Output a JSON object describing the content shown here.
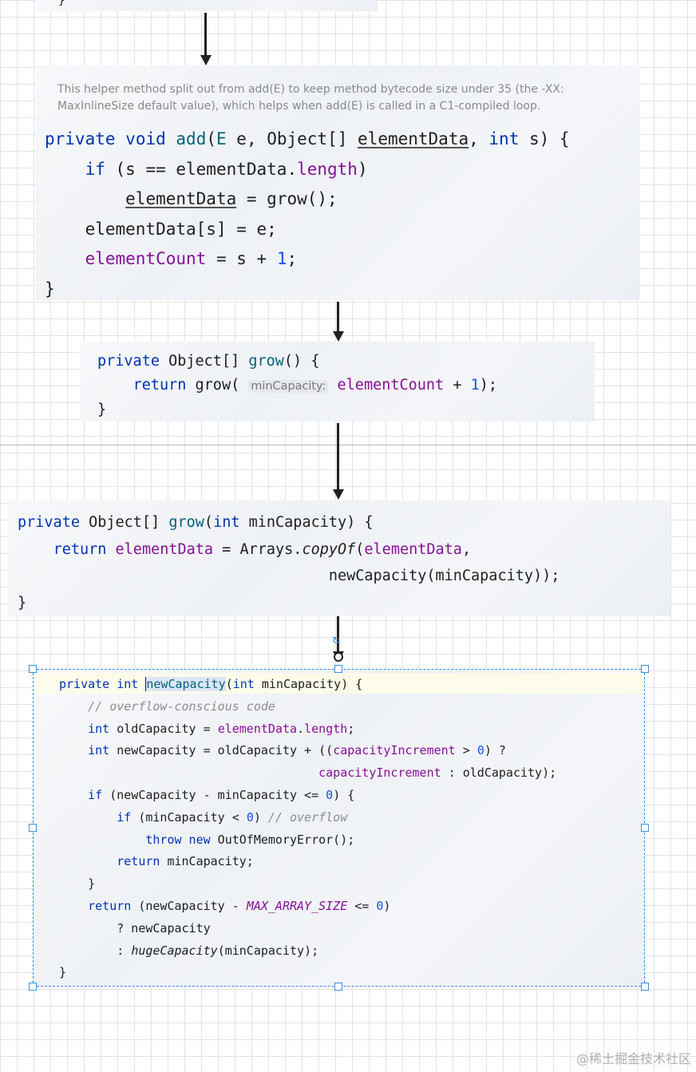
{
  "top_fragment": "}",
  "block1": {
    "doc_line1": "This helper method split out from add(E) to keep method bytecode size under 35 (the -XX:",
    "doc_line2": "MaxInlineSize default value), which helps when add(E) is called in a C1-compiled loop.",
    "l1": {
      "private": "private",
      "void": "void",
      "add": "add",
      "E": "E",
      "e": " e, ",
      "Object": "Object[] ",
      "elementData": "elementData",
      "comma": ", ",
      "int": "int",
      "s": " s) {"
    },
    "l2": {
      "if": "if",
      "cond": " (s == elementData.",
      "length": "length",
      "close": ")"
    },
    "l3": {
      "elementData": "elementData",
      "rest": " = grow();"
    },
    "l4": "elementData[s] = e;",
    "l5": {
      "elementCount": "elementCount",
      "rest": " = s + ",
      "one": "1",
      "semi": ";"
    },
    "l6": "}"
  },
  "block2": {
    "l1": {
      "private": "private",
      "mid": " Object[] ",
      "grow": "grow",
      "rest": "() {"
    },
    "l2": {
      "return": "return",
      "grow": " grow( ",
      "hint": "minCapacity:",
      "field": " elementCount",
      "plus": " + ",
      "one": "1",
      "end": ");"
    },
    "l3": "}"
  },
  "block3": {
    "l1": {
      "private": "private",
      "mid": " Object[] ",
      "grow": "grow",
      "paren": "(",
      "int": "int",
      "rest": " minCapacity) {"
    },
    "l2": {
      "return": "return",
      "field": " elementData",
      "eq": " = Arrays.",
      "copyOf": "copyOf",
      "open": "(",
      "field2": "elementData",
      "comma": ","
    },
    "l3": "newCapacity(minCapacity));",
    "l4": "}"
  },
  "block4": {
    "l1": {
      "private": "private",
      "int": " int ",
      "name": "newCapacity",
      "paren": "(",
      "int2": "int",
      "rest": " minCapacity) {"
    },
    "l2": "// overflow-conscious code",
    "l3": {
      "int": "int",
      "a": " oldCapacity = ",
      "field": "elementData",
      "dot": ".",
      "length": "length",
      "semi": ";"
    },
    "l4": {
      "int": "int",
      "a": " newCapacity = oldCapacity + ((",
      "field": "capacityIncrement",
      "b": " > ",
      "zero": "0",
      "c": ") ?"
    },
    "l5": {
      "field": "capacityIncrement",
      "rest": " : oldCapacity);"
    },
    "l6": {
      "if": "if",
      "a": " (newCapacity - minCapacity <= ",
      "zero": "0",
      "b": ") {"
    },
    "l7": {
      "if": "if",
      "a": " (minCapacity < ",
      "zero": "0",
      "b": ") ",
      "cmt": "// overflow"
    },
    "l8": {
      "throw": "throw",
      "new": " new",
      "rest": " OutOfMemoryError();"
    },
    "l9": {
      "return": "return",
      "rest": " minCapacity;"
    },
    "l10": "}",
    "l11": {
      "return": "return",
      "a": " (newCapacity - ",
      "const": "MAX_ARRAY_SIZE",
      "b": " <= ",
      "zero": "0",
      "c": ")"
    },
    "l12": "? newCapacity",
    "l13": {
      "a": ": ",
      "huge": "hugeCapacity",
      "b": "(minCapacity);"
    },
    "l14": "}"
  },
  "watermark": "@稀土掘金技术社区",
  "colors": {
    "keyword": "#0033b3",
    "field": "#871094",
    "method": "#00627a",
    "number": "#1750eb",
    "comment": "#8c8c8c",
    "selection": "#3a8ee6"
  }
}
